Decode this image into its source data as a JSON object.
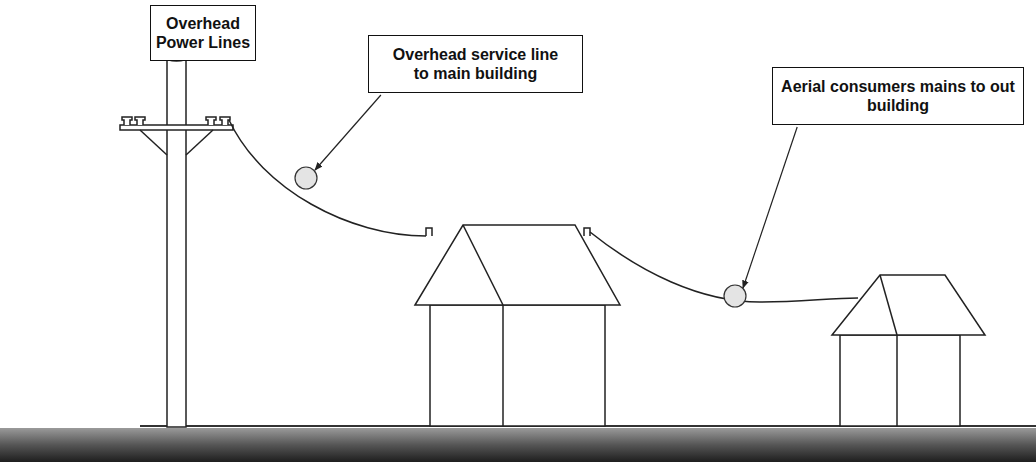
{
  "diagram": {
    "nodes": [
      {
        "text": [
          "Overhead Power Lines"
        ]
      },
      {
        "text": [
          "Overhead service line to main building"
        ]
      },
      {
        "text": [
          "Aerial consumers mains to out building"
        ]
      }
    ]
  }
}
